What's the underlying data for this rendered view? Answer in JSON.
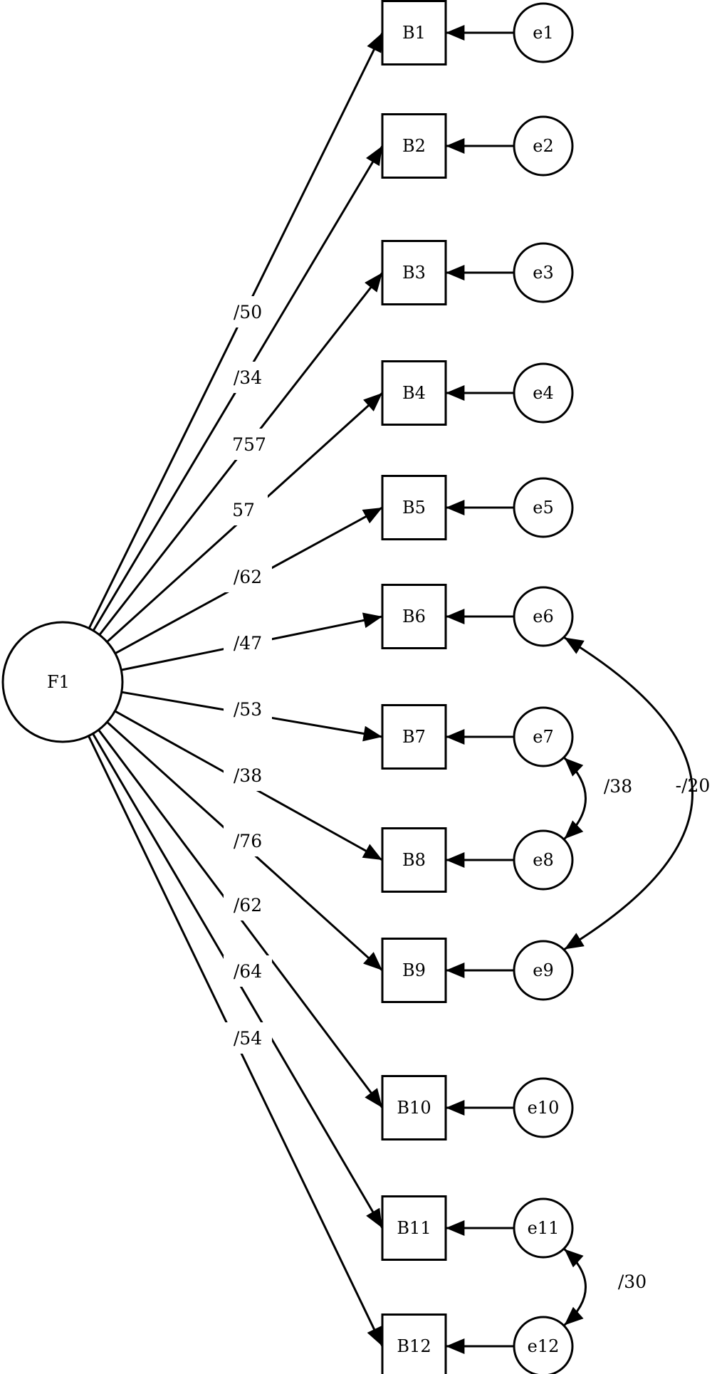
{
  "factor": {
    "label": "F1"
  },
  "items": [
    {
      "box": "B1",
      "error": "e1",
      "loading": "/50"
    },
    {
      "box": "B2",
      "error": "e2",
      "loading": "/34"
    },
    {
      "box": "B3",
      "error": "e3",
      "loading": "757"
    },
    {
      "box": "B4",
      "error": "e4",
      "loading": "57"
    },
    {
      "box": "B5",
      "error": "e5",
      "loading": "/62"
    },
    {
      "box": "B6",
      "error": "e6",
      "loading": "/47"
    },
    {
      "box": "B7",
      "error": "e7",
      "loading": "/53"
    },
    {
      "box": "B8",
      "error": "e8",
      "loading": "/38"
    },
    {
      "box": "B9",
      "error": "e9",
      "loading": "/76"
    },
    {
      "box": "B10",
      "error": "e10",
      "loading": "/62"
    },
    {
      "box": "B11",
      "error": "e11",
      "loading": "/64"
    },
    {
      "box": "B12",
      "error": "e12",
      "loading": "/54"
    }
  ],
  "covariances": [
    {
      "from": "e7",
      "to": "e8",
      "label": "/38"
    },
    {
      "from": "e6",
      "to": "e9",
      "label": "-/20"
    },
    {
      "from": "e11",
      "to": "e12",
      "label": "/30"
    }
  ]
}
